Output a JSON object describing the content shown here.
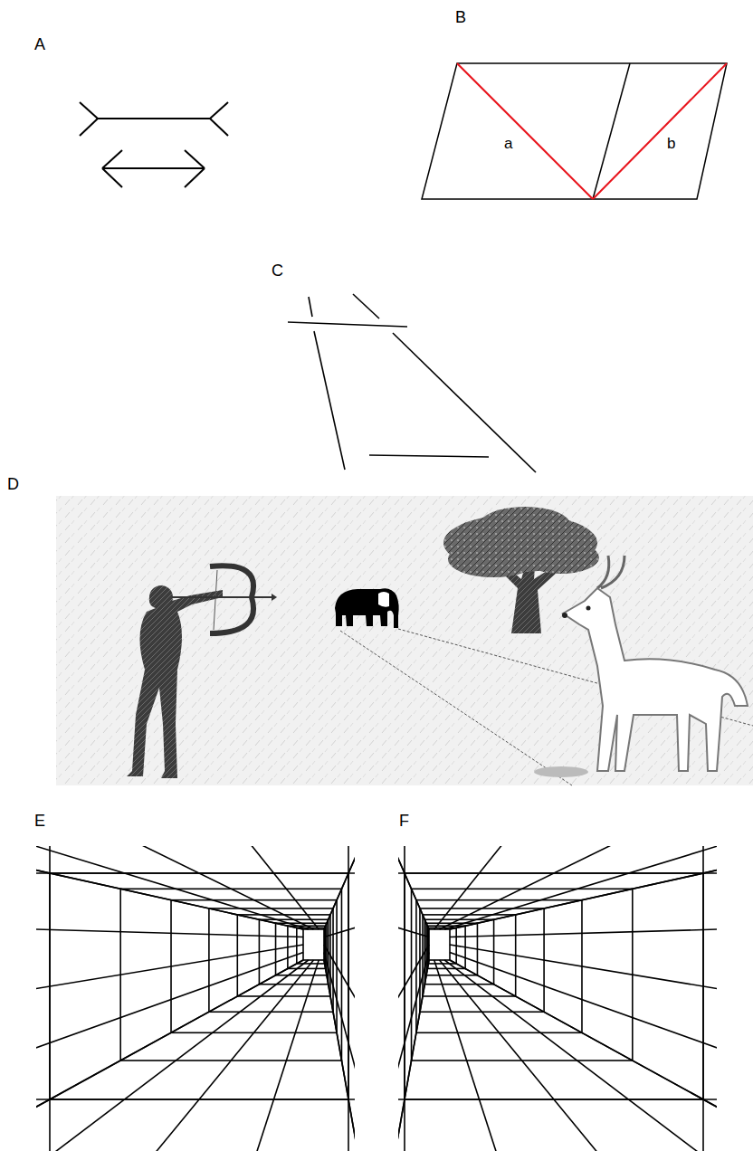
{
  "diagram": {
    "labels": [
      "A",
      "B",
      "C",
      "D",
      "E",
      "F",
      "a",
      "b"
    ]
  }
}
